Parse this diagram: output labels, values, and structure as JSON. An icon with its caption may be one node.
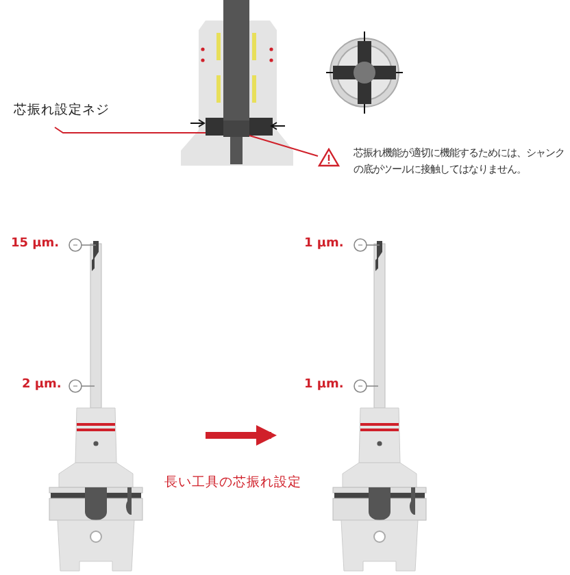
{
  "diagram": {
    "nodes": [
      {
        "text": [
          "芯振れ設定ネジ"
        ]
      },
      {
        "text": [],
        "shape": "box"
      },
      {
        "text": [
          "芯振れ機能が適切に機能するためには、シャンクの底がツールに接触してはなりません。"
        ]
      },
      {
        "text": [],
        "shape": "box"
      },
      {
        "text": [],
        "shape": "picture"
      },
      {
        "text": [],
        "shape": "picture"
      }
    ],
    "edges": [
      {
        "from": 0,
        "to": 1,
        "arrow": "none"
      },
      {
        "from": 2,
        "to": 3,
        "arrow": "none"
      },
      {
        "from": 4,
        "to": 5,
        "arrow": "to",
        "label": "長い工具の芯振れ設定",
        "style": "thick"
      }
    ],
    "labels": [
      "15 μm.",
      "1 μm.",
      "2 μm.",
      "1 μm."
    ]
  }
}
